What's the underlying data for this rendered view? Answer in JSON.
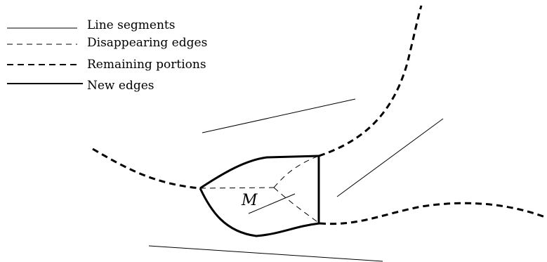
{
  "legend": {
    "line_segments": "Line segments",
    "disappearing_edges": "Disappearing edges",
    "remaining_portions": "Remaining portions",
    "new_edges": "New edges"
  },
  "region_label": "M",
  "colors": {
    "ink": "#000000",
    "background": "#ffffff"
  }
}
